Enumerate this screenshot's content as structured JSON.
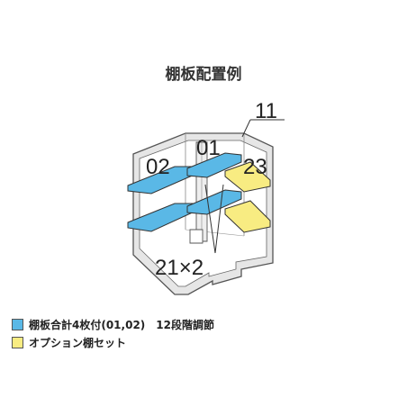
{
  "title": "棚板配置例",
  "labels": {
    "l11": "11",
    "l01": "01",
    "l02": "02",
    "l23": "23",
    "l21": "21×2"
  },
  "colors": {
    "standard_shelf": "#5ab8e6",
    "option_shelf": "#f8ec82",
    "outline": "#555555"
  },
  "legend": [
    {
      "color": "#5ab8e6",
      "text": "棚板合計4枚付(01,02)　12段階調節"
    },
    {
      "color": "#f8ec82",
      "text": "オプション棚セット"
    }
  ]
}
